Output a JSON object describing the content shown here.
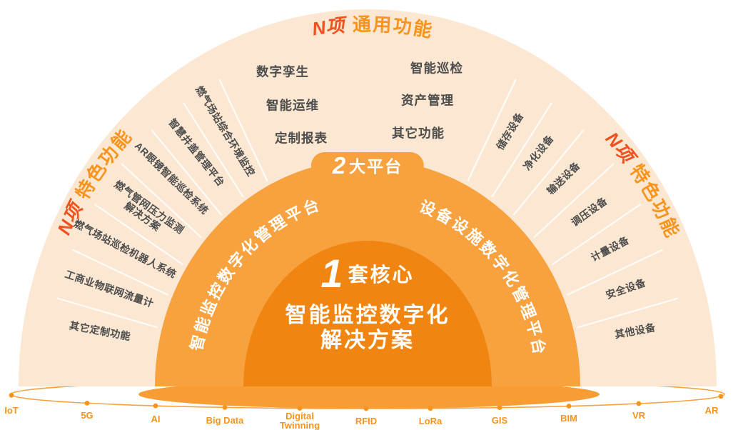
{
  "colors": {
    "outer_ring_cream": "#FCE8D2",
    "platform_ring_orange": "#F7A23E",
    "core_orange": "#F18511",
    "accent_orange": "#F7941E",
    "heading_red": "#F0511F",
    "item_text": "#4D4D4D",
    "white": "#FFFFFF"
  },
  "outer_ring": {
    "top": {
      "heading_prefix": "N项",
      "heading_label": "通用功能",
      "items": [
        "数字孪生",
        "智能运维",
        "定制报表",
        "智能巡检",
        "资产管理",
        "其它功能"
      ]
    },
    "left": {
      "heading_prefix": "N项",
      "heading_label": "特色功能",
      "items": [
        "燃气场站综合环境监控",
        "智慧井盖管理平台",
        "AR眼镜智能巡检系统",
        {
          "line1": "燃气管网压力监测",
          "line2": "解决方案"
        },
        "燃气场站巡检机器人系统",
        "工商业物联网流量计",
        "其它定制功能"
      ]
    },
    "right": {
      "heading_prefix": "N项",
      "heading_label": "特色功能",
      "items": [
        "储存设备",
        "净化设备",
        "输送设备",
        "调压设备",
        "计量设备",
        "安全设备",
        "其他设备"
      ]
    }
  },
  "platforms": {
    "badge_number": "2",
    "badge_suffix": "大平台",
    "left": "智能监控数字化管理平台",
    "right": "设备设施数字化管理平台"
  },
  "core": {
    "number": "1",
    "suffix": "套核心",
    "line1": "智能监控数字化",
    "line2": "解决方案"
  },
  "foundation": [
    "IoT",
    "5G",
    "AI",
    "Big Data",
    "Digital Twinning",
    "RFID",
    "LoRa",
    "GIS",
    "BIM",
    "VR",
    "AR"
  ]
}
